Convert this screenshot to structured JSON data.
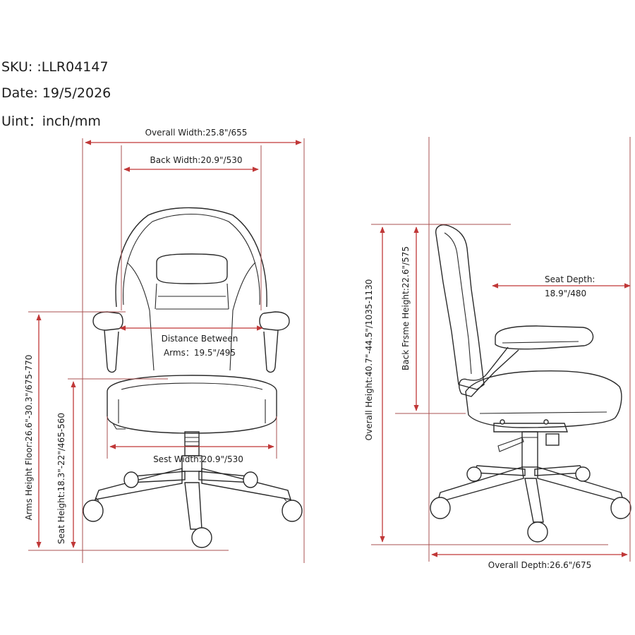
{
  "specs": {
    "sku_label": "SKU:",
    "sku_value": ":LLR04147",
    "date_label": "Date:",
    "date_value": "19/5/2026",
    "unit_label": "Uint：",
    "unit_value": "inch/mm"
  },
  "front_view": {
    "overall_width": "Overall Width:25.8\"/655",
    "back_width": "Back Width:20.9\"/530",
    "distance_between_line1": "Distance Between",
    "distance_between_line2": "Arms：19.5\"/495",
    "seat_width": "Sest Width:20.9\"/530",
    "arms_height_floor": "Arms Height Floor:26.6\"-30.3\"/675-770",
    "seat_height": "Seat Height:18.3\"-22\"/465-560"
  },
  "side_view": {
    "overall_height": "Overall Height:40.7\"-44.5\"/1035-1130",
    "back_frame_height": "Back Frsme Height:22.6\"/575",
    "seat_depth_line1": "Seat Depth:",
    "seat_depth_line2": "18.9\"/480",
    "overall_depth": "Overall Depth:26.6\"/675"
  },
  "colors": {
    "dimension_line": "#c03838",
    "drawing_line": "#2a2a2a"
  }
}
